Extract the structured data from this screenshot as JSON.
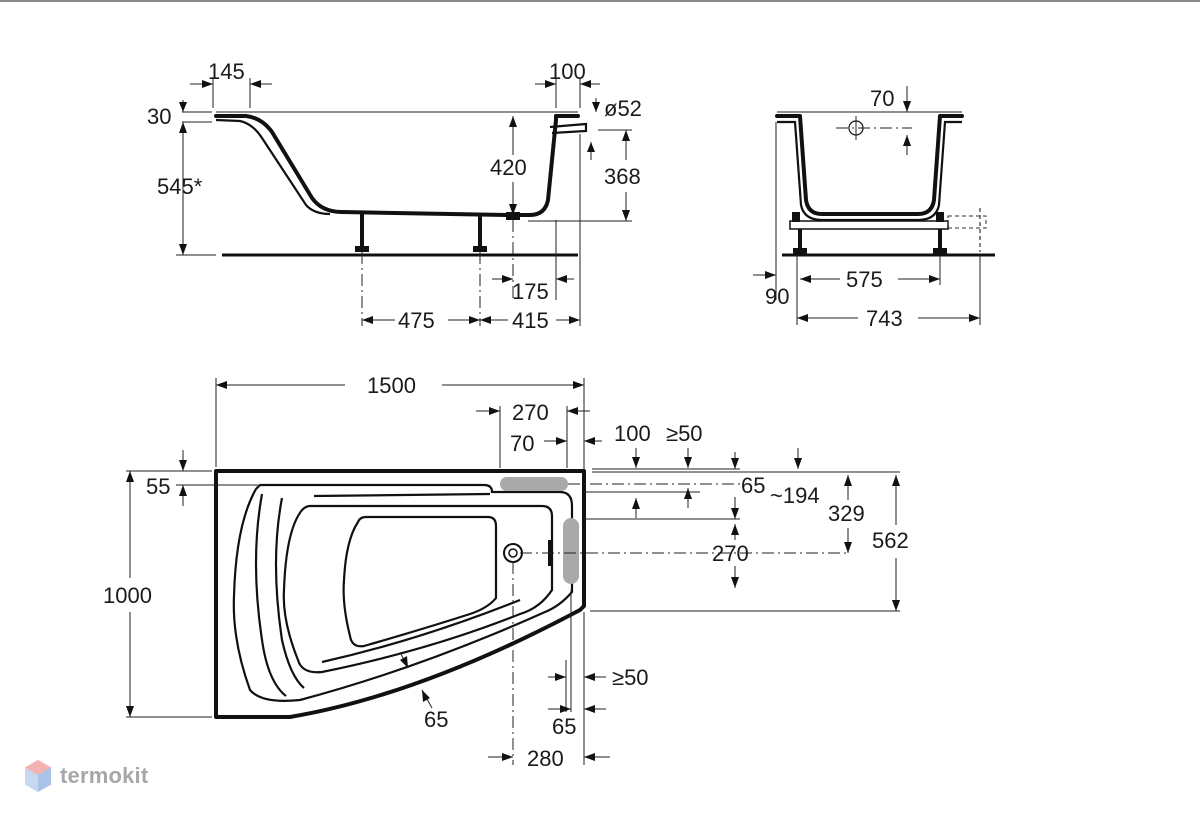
{
  "brand": {
    "name": "termokit"
  },
  "side_view": {
    "dims": {
      "rim_left": "145",
      "rim_right": "100",
      "rim_thickness": "30",
      "overall_height": "545*",
      "inner_depth": "420",
      "overflow_diameter": "ø52",
      "overflow_height": "368",
      "drain_offset": "175",
      "leg_spacing": "475",
      "leg_to_end": "415"
    }
  },
  "end_view": {
    "dims": {
      "overflow_offset": "70",
      "leg_height": "90",
      "leg_spacing": "575",
      "overall_width": "743"
    }
  },
  "plan_view": {
    "dims": {
      "length": "1500",
      "top_offset_270": "270",
      "top_offset_70": "70",
      "offset_100": "100",
      "min_50_top": "≥50",
      "rim_55": "55",
      "offset_65_right": "65",
      "approx_194": "~194",
      "offset_329": "329",
      "offset_562": "562",
      "drain_270": "270",
      "width": "1000",
      "rim_65": "65",
      "min_50_bottom": "≥50",
      "bottom_65": "65",
      "bottom_280": "280"
    }
  }
}
